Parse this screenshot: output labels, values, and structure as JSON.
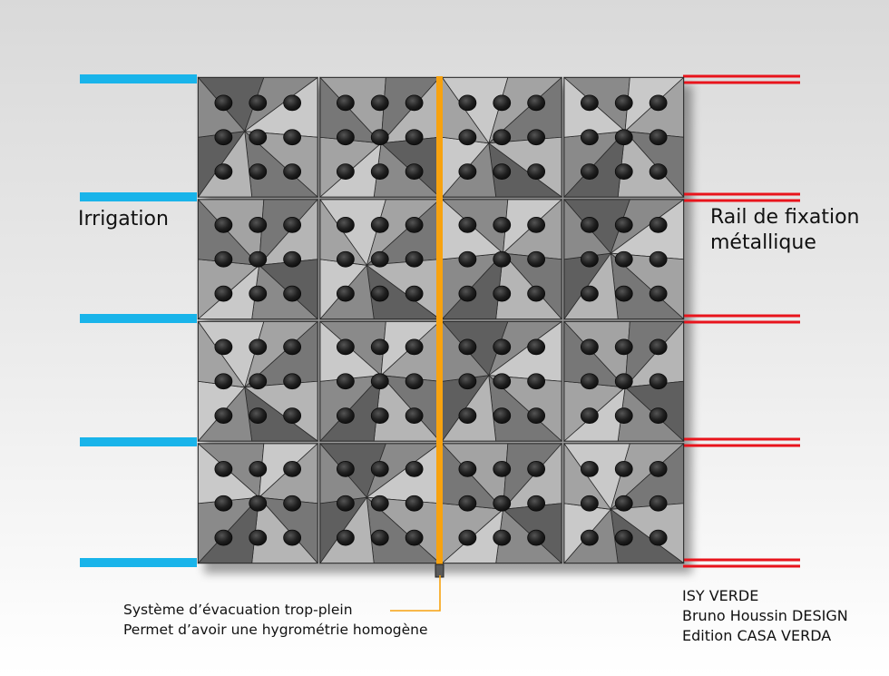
{
  "diagram": {
    "irrigation_label": "Irrigation",
    "rail_label_line1": "Rail de fixation",
    "rail_label_line2": "métallique",
    "overflow_line1": "Système d’évacuation trop-plein",
    "overflow_line2": "Permet d’avoir une hygrométrie homogène",
    "credit_product": "ISY VERDE",
    "credit_designer": "Bruno Houssin DESIGN",
    "credit_edition": "Edition CASA VERDA",
    "colors": {
      "irrigation_pipe": "#19b4ea",
      "fixation_rail": "#e8141c",
      "overflow_channel": "#f7a20f",
      "module_dark": "#5f5f5f",
      "module_mid": "#8a8a8a",
      "module_light": "#c9c9c9",
      "module_hole": "#1e1e1e"
    },
    "grid": {
      "rows": 4,
      "columns": 4
    },
    "irrigation_pipe_count": 5,
    "fixation_rail_count": 5,
    "holes_per_module": 9
  }
}
